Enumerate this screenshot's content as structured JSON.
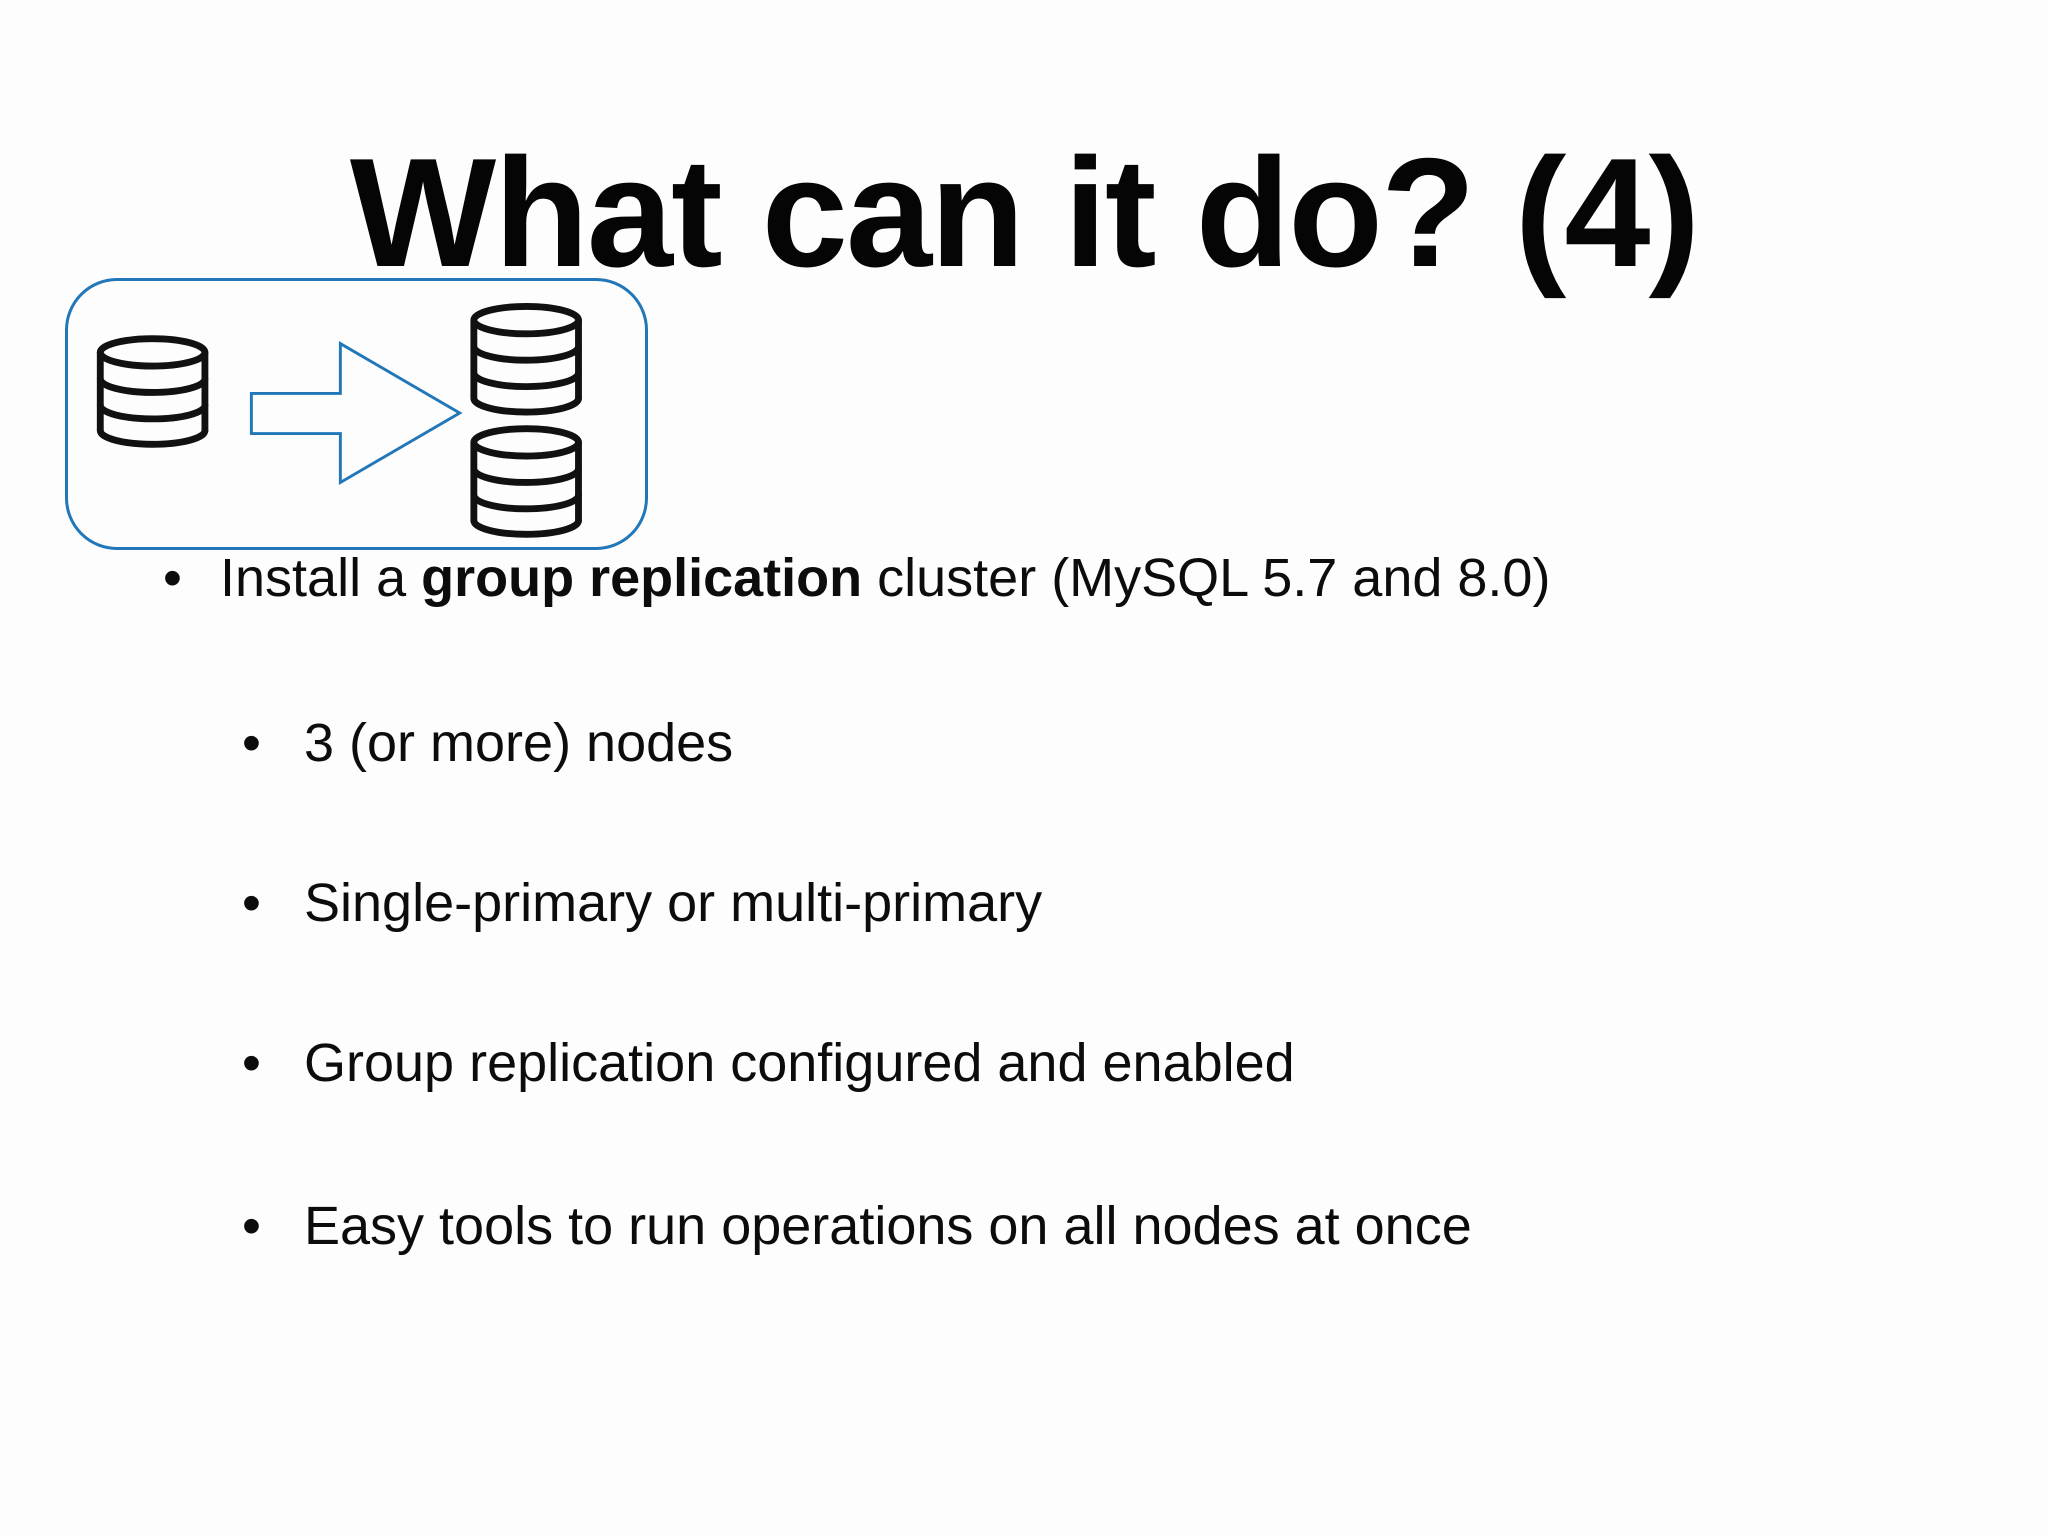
{
  "slide": {
    "title": "What can it do? (4)",
    "background_color": "#fdfdfe",
    "accent_color": "#2177b8",
    "text_color": "#0c0c0c"
  },
  "graphic": {
    "icons": [
      "database-icon",
      "arrow-right-icon",
      "database-icon",
      "database-icon"
    ]
  },
  "bullets": {
    "marker": "•",
    "main": {
      "segments": [
        {
          "text": "Install a ",
          "bold": false
        },
        {
          "text": "group replication",
          "bold": true
        },
        {
          "text": " cluster (MySQL 5.7 and 8.0)",
          "bold": false
        }
      ]
    },
    "sub": [
      {
        "text": "3 (or more) nodes"
      },
      {
        "text": "Single-primary or multi-primary"
      },
      {
        "text": "Group replication configured and enabled"
      },
      {
        "text": "Easy tools to run operations on all nodes at once"
      }
    ]
  }
}
